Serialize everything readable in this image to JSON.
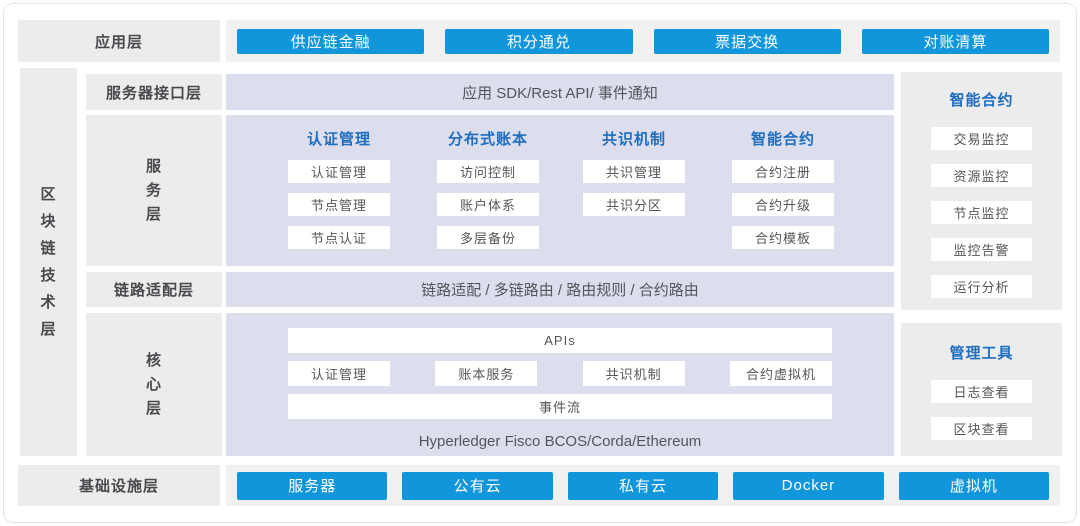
{
  "app_layer": {
    "label": "应用层",
    "buttons": [
      "供应链金融",
      "积分通兑",
      "票据交换",
      "对账清算"
    ]
  },
  "tech_layer": {
    "label": "区块链技术层"
  },
  "interface_layer": {
    "label": "服务器接口层",
    "band": "应用 SDK/Rest API/ 事件通知"
  },
  "service_layer": {
    "label": "服务层",
    "columns": [
      {
        "header": "认证管理",
        "items": [
          "认证管理",
          "节点管理",
          "节点认证"
        ]
      },
      {
        "header": "分布式账本",
        "items": [
          "访问控制",
          "账户体系",
          "多层备份"
        ]
      },
      {
        "header": "共识机制",
        "items": [
          "共识管理",
          "共识分区"
        ]
      },
      {
        "header": "智能合约",
        "items": [
          "合约注册",
          "合约升级",
          "合约模板"
        ]
      }
    ]
  },
  "link_layer": {
    "label": "链路适配层",
    "band": "链路适配 / 多链路由 / 路由规则 / 合约路由"
  },
  "core_layer": {
    "label": "核心层",
    "apis_band": "APIs",
    "items": [
      "认证管理",
      "账本服务",
      "共识机制",
      "合约虚拟机"
    ],
    "event_band": "事件流",
    "footnote": "Hyperledger Fisco BCOS/Corda/Ethereum"
  },
  "right_panels": {
    "monitor": {
      "header": "智能合约",
      "items": [
        "交易监控",
        "资源监控",
        "节点监控",
        "监控告警",
        "运行分析"
      ]
    },
    "tools": {
      "header": "管理工具",
      "items": [
        "日志查看",
        "区块查看"
      ]
    }
  },
  "infra_layer": {
    "label": "基础设施层",
    "buttons": [
      "服务器",
      "公有云",
      "私有云",
      "Docker",
      "虚拟机"
    ]
  },
  "colors": {
    "accent_blue": "#1296db",
    "header_blue": "#1e6dbf",
    "panel_purple": "#dcdeee",
    "panel_gray": "#ececec",
    "band_gray": "#f1f1f2"
  }
}
